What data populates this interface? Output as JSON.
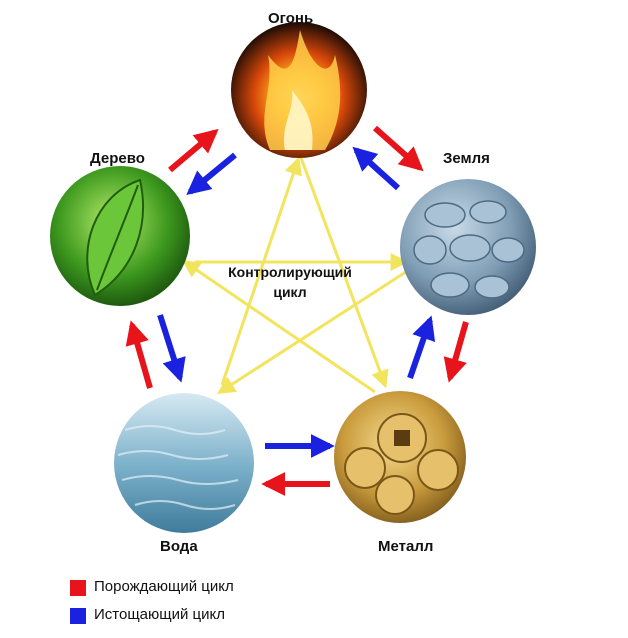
{
  "elements": {
    "fire": "Огонь",
    "earth": "Земля",
    "metal": "Металл",
    "water": "Вода",
    "wood": "Дерево"
  },
  "center": {
    "line1": "Контролирующий",
    "line2": "цикл"
  },
  "legend": [
    {
      "label": "Порождающий цикл",
      "color": "#e8141b"
    },
    {
      "label": "Истощающий цикл",
      "color": "#1a22e0"
    }
  ],
  "colors": {
    "generating": "#e8141b",
    "draining": "#1a22e0",
    "controlling": "#f2e45c"
  }
}
